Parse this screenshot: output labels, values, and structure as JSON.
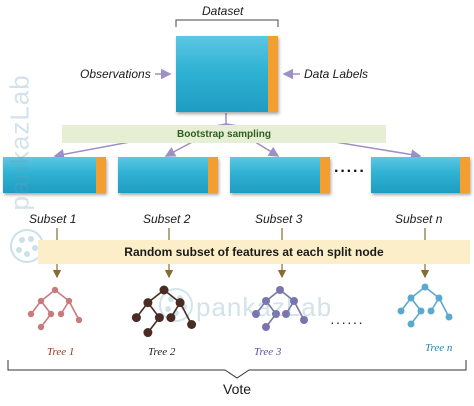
{
  "dataset_label": "Dataset",
  "observations_label": "Observations",
  "data_labels_label": "Data Labels",
  "bootstrap_label": "Bootstrap sampling",
  "ellipsis": "·····",
  "subsets": [
    "Subset 1",
    "Subset 2",
    "Subset 3",
    "Subset n"
  ],
  "random_subset_label": "Random subset of features at each split node",
  "trees": [
    {
      "label": "Tree 1",
      "color": "#c87b7e",
      "label_color": "#8b3d1f"
    },
    {
      "label": "Tree 2",
      "color": "#4a2c24",
      "label_color": "#222222"
    },
    {
      "label": "Tree 3",
      "color": "#7a74ae",
      "label_color": "#5a4f9e"
    },
    {
      "label": "Tree n",
      "color": "#5ba9cf",
      "label_color": "#2a7fb3"
    }
  ],
  "trees_ellipsis": "······",
  "vote_label": "Vote",
  "watermark": "pankazLab",
  "colors": {
    "block_blue": "#2fb2d4",
    "label_orange": "#f29f2f",
    "band_green": "#e6efd4",
    "band_yellow": "#fbeec8",
    "arrow_purple": "#9f8ec7",
    "arrow_brown": "#8a6b2e"
  }
}
